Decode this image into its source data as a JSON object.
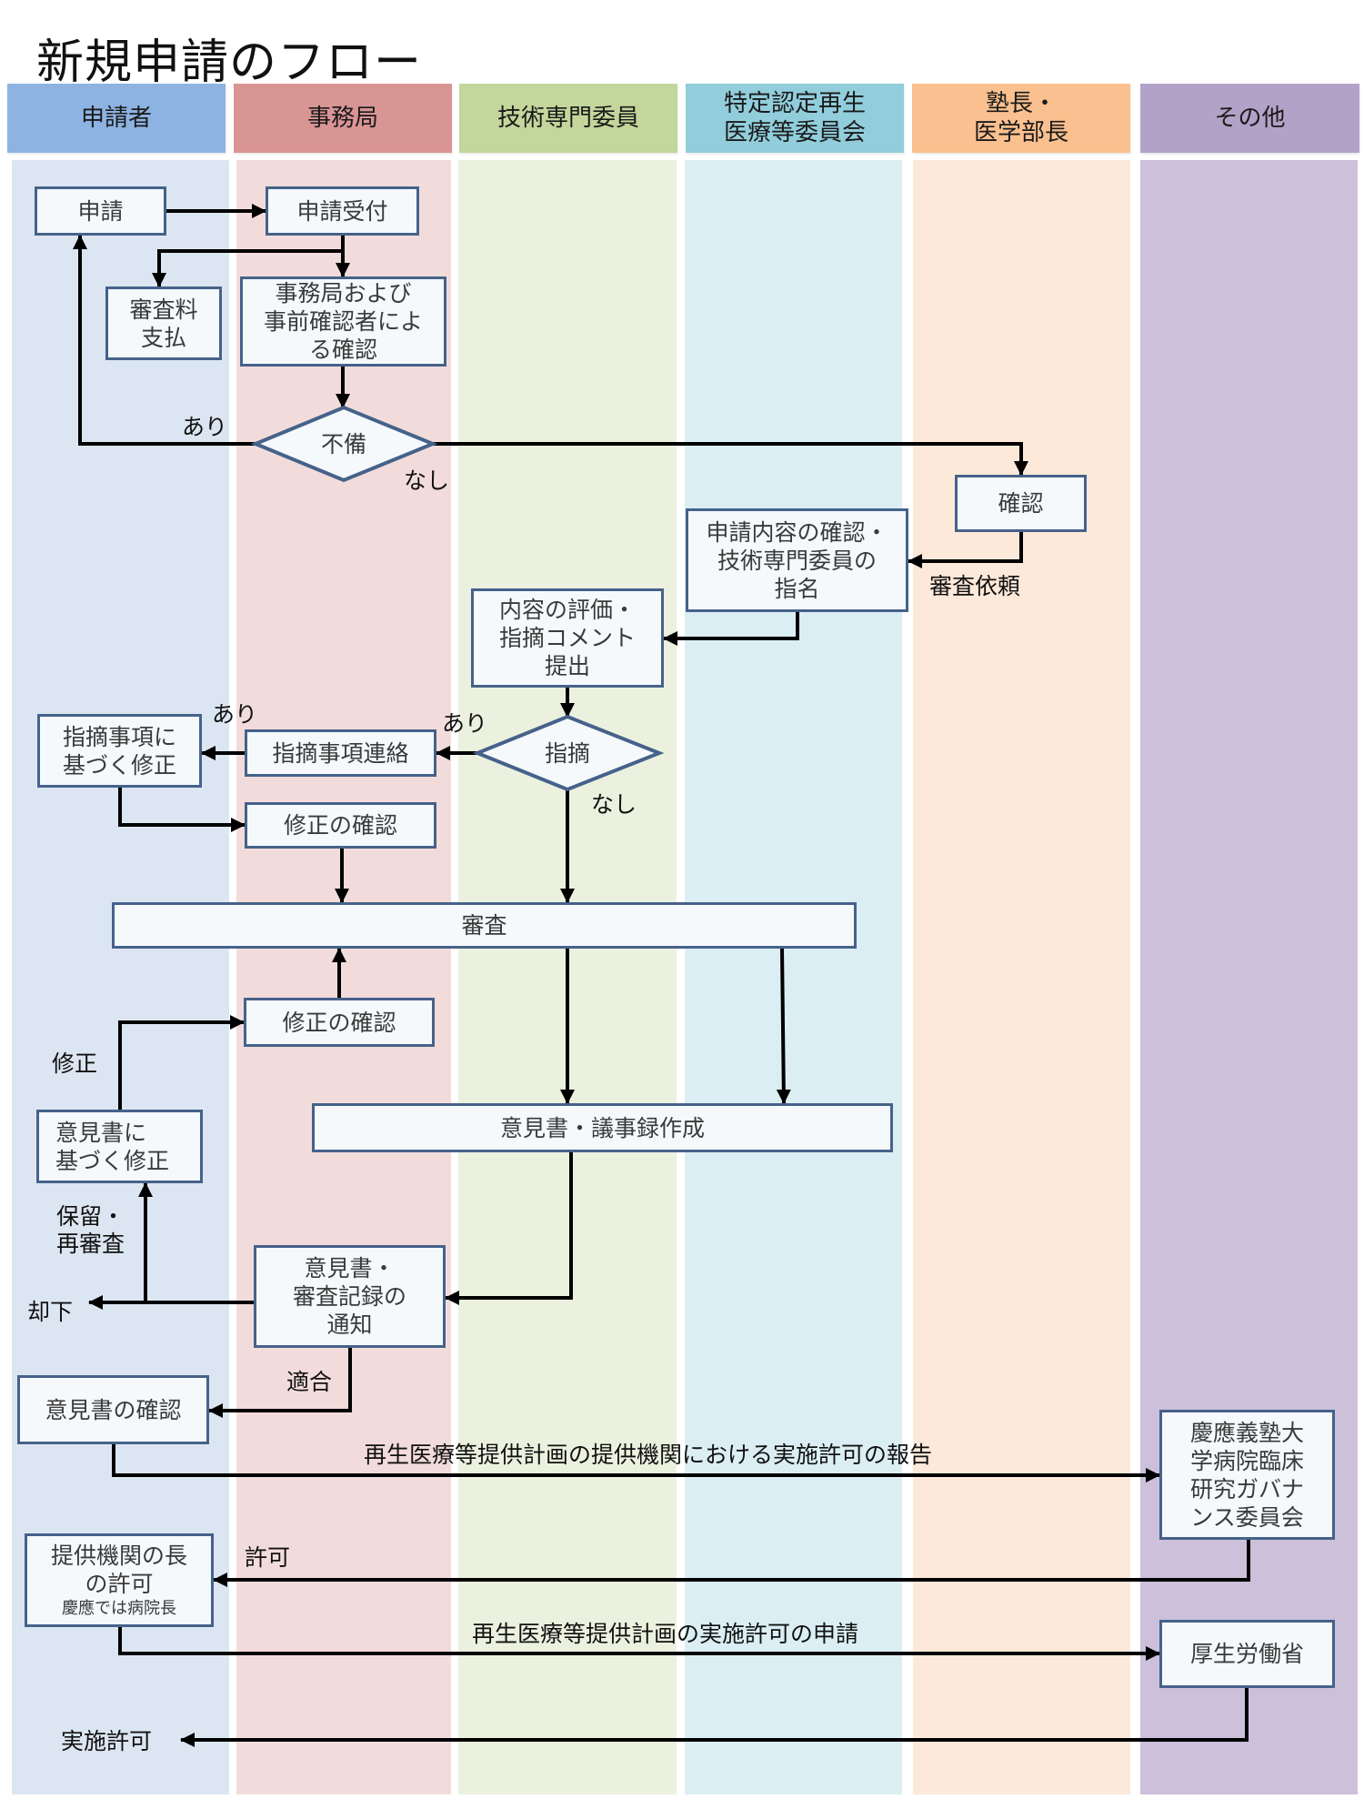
{
  "title": "新規申請のフロー",
  "lanes": [
    {
      "label": "申請者",
      "header_color": "#8db3e2",
      "body_color": "#dce6f2"
    },
    {
      "label": "事務局",
      "header_color": "#d99594",
      "body_color": "#f2dcdb"
    },
    {
      "label": "技術専門委員",
      "header_color": "#c3d69b",
      "body_color": "#ebf1de"
    },
    {
      "label": "特定認定再生\n医療等委員会",
      "header_color": "#92cddc",
      "body_color": "#dbeef3"
    },
    {
      "label": "塾長・\n医学部長",
      "header_color": "#fac08f",
      "body_color": "#fde9d9"
    },
    {
      "label": "その他",
      "header_color": "#b2a2c7",
      "body_color": "#ccc0da"
    }
  ],
  "nodes": {
    "apply": "申請",
    "receipt": "申請受付",
    "fee": "審査料\n支払",
    "precheck": "事務局および\n事前確認者によ\nる確認",
    "deficiency": "不備",
    "confirm": "確認",
    "assign": "申請内容の確認・\n技術専門委員の\n指名",
    "evaluate": "内容の評価・\n指摘コメント\n提出",
    "remarks": "指摘",
    "notify_remarks": "指摘事項連絡",
    "fix_remarks": "指摘事項に\n基づく修正",
    "check_fix_1": "修正の確認",
    "review": "審査",
    "check_fix_2": "修正の確認",
    "fix_opinion": "意見書に\n基づく修正",
    "minutes": "意見書・議事録作成",
    "notice": "意見書・\n審査記録の\n通知",
    "opinion_check": "意見書の確認",
    "governance": "慶應義塾大\n学病院臨床\n研究ガバナ\nンス委員会",
    "head_permit": "提供機関の長\nの許可",
    "head_permit_note": "慶應では病院長",
    "mhlw": "厚生労働省"
  },
  "labels": {
    "yes_deficiency": "あり",
    "no_deficiency": "なし",
    "review_request": "審査依頼",
    "yes_remarks_left": "あり",
    "yes_remarks": "あり",
    "no_remarks": "なし",
    "revise": "修正",
    "hold": "保留・\n再審査",
    "reject": "却下",
    "conform": "適合",
    "report": "再生医療等提供計画の提供機関における実施許可の報告",
    "permit": "許可",
    "apply_permit": "再生医療等提供計画の実施許可の申請",
    "implementation_permit": "実施許可"
  }
}
